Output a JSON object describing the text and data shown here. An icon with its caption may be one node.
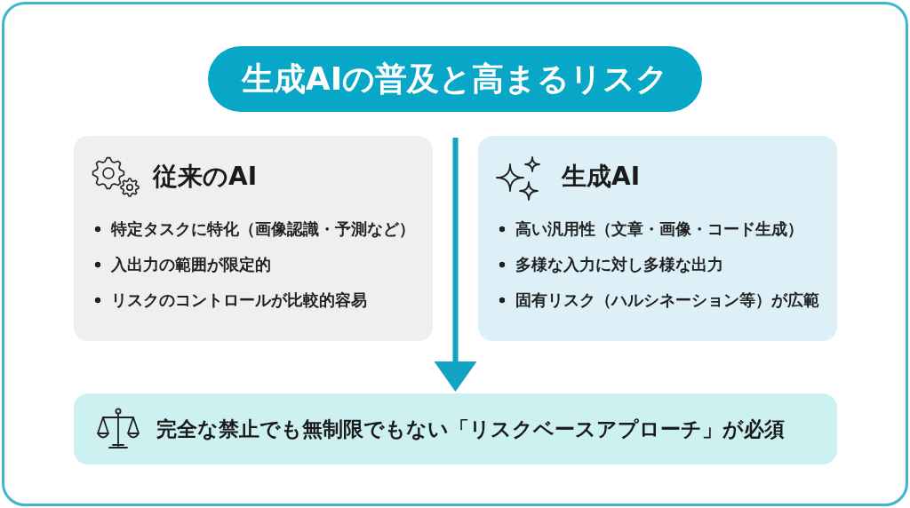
{
  "diagram": {
    "title": "生成AIの普及と高まるリスク",
    "nodes": [
      {
        "text": [
          "従来のAI",
          "特定タスクに特化（画像認識・予測など）",
          "入出力の範囲が限定的",
          "リスクのコントロールが比較的容易"
        ]
      },
      {
        "text": [
          "生成AI",
          "高い汎用性（文章・画像・コード生成）",
          "多様な入力に対し多様な出力",
          "固有リスク（ハルシネーション等）が広範"
        ]
      },
      {
        "text": [
          "完全な禁止でも無制限でもない「リスクベースアプローチ」が必須"
        ]
      }
    ],
    "edges": [
      {
        "from": null,
        "to": 2,
        "arrow": "to"
      }
    ]
  }
}
